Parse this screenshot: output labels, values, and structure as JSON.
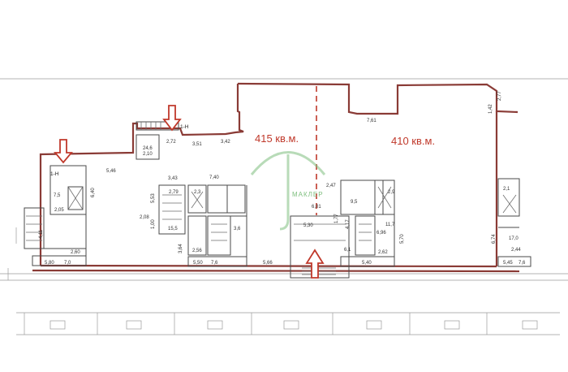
{
  "areas": {
    "left_label": "415 кв.м.",
    "right_label": "410 кв.м.",
    "color": "#c0392b"
  },
  "entrances": [
    {
      "label": "1-Н"
    },
    {
      "label": "1-Н"
    }
  ],
  "arrow_color": "#c0392b",
  "watermark": {
    "text": "МАКЛЕР",
    "color": "#7fbf7f"
  },
  "dimensions": {
    "d7_61": "7,61",
    "d1_42": "1,42",
    "d2_77": "2,77",
    "d2_72": "2,72",
    "d3_51": "3,51",
    "d3_42": "3,42",
    "d5_46": "5,46",
    "d6_40": "6,40",
    "d3_43": "3,43",
    "d7_40": "7,40",
    "d2_79": "2,79",
    "d5_53": "5,53",
    "d2_08": "2,08",
    "d1_00": "1,00",
    "d2_05": "2,05",
    "d4_11": "4,11",
    "d2_60": "2,60",
    "d5_80": "5,80",
    "d7_0": "7,0",
    "d3_64": "3,64",
    "d2_56": "2,56",
    "d5_50": "5,50",
    "d7_6a": "7,6",
    "d5_66": "5,66",
    "d6_01": "6,01",
    "d2_47": "2,47",
    "d4_17": "4,17",
    "d1_77": "1,77",
    "d5_70": "5,70",
    "d6_96": "6,96",
    "d2_62": "2,62",
    "d5_40": "5,40",
    "d6_74": "6,74",
    "d2_44": "2,44",
    "d5_45": "5,45",
    "d7_6b": "7,6",
    "d17_0": "17,0",
    "d2_1a": "2,1",
    "d2_3": "2,3",
    "d7_5": "7,5",
    "d15_5": "15,5",
    "d24_6": "24,6",
    "d2_10": "2,10",
    "d11_7": "11,7",
    "d6_1": "6,1",
    "d9_5": "9,5",
    "d2_9": "2,9",
    "d3_6": "3,6",
    "d5_30": "5,30"
  }
}
